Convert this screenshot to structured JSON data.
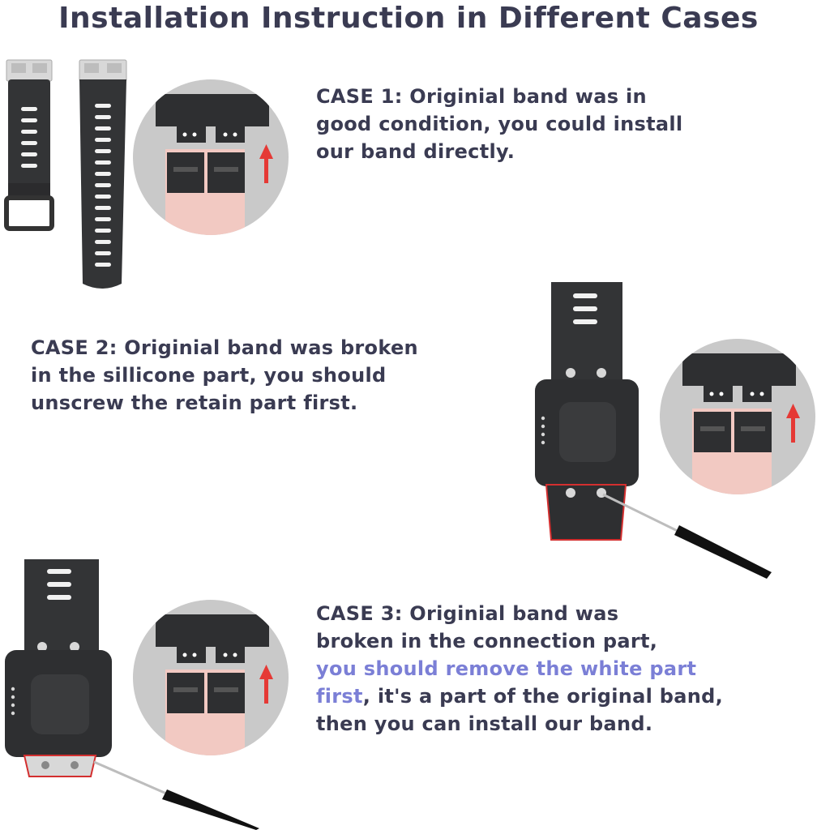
{
  "title": "Installation Instruction in Different Cases",
  "case1": {
    "lines": [
      "CASE 1: Originial band was in",
      "good condition, you could install",
      "our band directly."
    ]
  },
  "case2": {
    "lines": [
      "CASE 2: Originial band was broken",
      "in the sillicone part, you should",
      "unscrew the retain part first."
    ]
  },
  "case3": {
    "line1": "CASE 3: Originial band was",
    "line2": "broken in the connection part,",
    "line3_highlight": "you should remove the white part",
    "line4_highlight": "first",
    "line4_rest": ", it's a part of the original band,",
    "line5": "then you can install our band."
  },
  "colors": {
    "text": "#3a3b52",
    "highlight": "#7b7fd6",
    "band_dark": "#333436",
    "pink_band": "#f2c9c2",
    "arrow_red": "#e53935",
    "circle_bg": "#c9c9c9"
  }
}
